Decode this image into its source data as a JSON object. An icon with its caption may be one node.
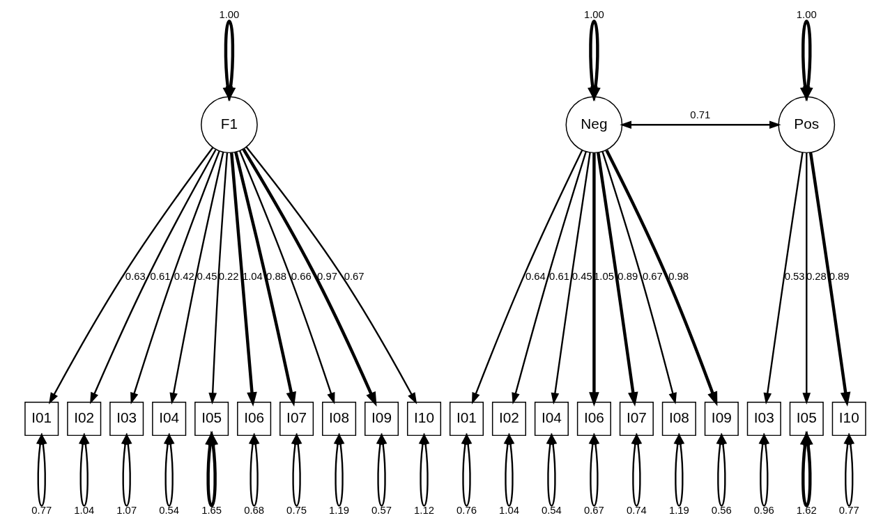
{
  "diagram": {
    "nodes": [
      {
        "text": [
          "F1"
        ]
      },
      {
        "text": [
          "I01"
        ]
      },
      {
        "text": [
          "I02"
        ]
      },
      {
        "text": [
          "I03"
        ]
      },
      {
        "text": [
          "I04"
        ]
      },
      {
        "text": [
          "I05"
        ]
      },
      {
        "text": [
          "I06"
        ]
      },
      {
        "text": [
          "I07"
        ]
      },
      {
        "text": [
          "I08"
        ]
      },
      {
        "text": [
          "I09"
        ]
      },
      {
        "text": [
          "I10"
        ]
      },
      {
        "text": [
          "Neg"
        ]
      },
      {
        "text": [
          "Pos"
        ]
      },
      {
        "text": [
          "I01"
        ]
      },
      {
        "text": [
          "I02"
        ]
      },
      {
        "text": [
          "I04"
        ]
      },
      {
        "text": [
          "I06"
        ]
      },
      {
        "text": [
          "I07"
        ]
      },
      {
        "text": [
          "I08"
        ]
      },
      {
        "text": [
          "I09"
        ]
      },
      {
        "text": [
          "I03"
        ]
      },
      {
        "text": [
          "I05"
        ]
      },
      {
        "text": [
          "I10"
        ]
      }
    ],
    "edges": [
      {
        "from": 0,
        "to": 0,
        "arrow": "both",
        "label": "1.00",
        "style": "thick"
      },
      {
        "from": 0,
        "to": 1,
        "arrow": "to",
        "label": "0.63"
      },
      {
        "from": 0,
        "to": 2,
        "arrow": "to",
        "label": "0.61"
      },
      {
        "from": 0,
        "to": 3,
        "arrow": "to",
        "label": "0.42"
      },
      {
        "from": 0,
        "to": 4,
        "arrow": "to",
        "label": "0.45"
      },
      {
        "from": 0,
        "to": 5,
        "arrow": "to",
        "label": "0.22"
      },
      {
        "from": 0,
        "to": 6,
        "arrow": "to",
        "label": "1.04",
        "style": "thick"
      },
      {
        "from": 0,
        "to": 7,
        "arrow": "to",
        "label": "0.88",
        "style": "thick"
      },
      {
        "from": 0,
        "to": 8,
        "arrow": "to",
        "label": "0.66"
      },
      {
        "from": 0,
        "to": 9,
        "arrow": "to",
        "label": "0.97",
        "style": "thick"
      },
      {
        "from": 0,
        "to": 10,
        "arrow": "to",
        "label": "0.67"
      },
      {
        "from": 1,
        "to": 1,
        "arrow": "both",
        "label": "0.77"
      },
      {
        "from": 2,
        "to": 2,
        "arrow": "both",
        "label": "1.04"
      },
      {
        "from": 3,
        "to": 3,
        "arrow": "both",
        "label": "1.07"
      },
      {
        "from": 4,
        "to": 4,
        "arrow": "both",
        "label": "0.54"
      },
      {
        "from": 5,
        "to": 5,
        "arrow": "both",
        "label": "1.65",
        "style": "thick"
      },
      {
        "from": 6,
        "to": 6,
        "arrow": "both",
        "label": "0.68"
      },
      {
        "from": 7,
        "to": 7,
        "arrow": "both",
        "label": "0.75"
      },
      {
        "from": 8,
        "to": 8,
        "arrow": "both",
        "label": "1.19"
      },
      {
        "from": 9,
        "to": 9,
        "arrow": "both",
        "label": "0.57"
      },
      {
        "from": 10,
        "to": 10,
        "arrow": "both",
        "label": "1.12"
      },
      {
        "from": 11,
        "to": 11,
        "arrow": "both",
        "label": "1.00",
        "style": "thick"
      },
      {
        "from": 12,
        "to": 12,
        "arrow": "both",
        "label": "1.00",
        "style": "thick"
      },
      {
        "from": 11,
        "to": 12,
        "arrow": "both",
        "label": "0.71"
      },
      {
        "from": 11,
        "to": 13,
        "arrow": "to",
        "label": "0.64"
      },
      {
        "from": 11,
        "to": 14,
        "arrow": "to",
        "label": "0.61"
      },
      {
        "from": 11,
        "to": 15,
        "arrow": "to",
        "label": "0.45"
      },
      {
        "from": 11,
        "to": 16,
        "arrow": "to",
        "label": "1.05",
        "style": "thick"
      },
      {
        "from": 11,
        "to": 17,
        "arrow": "to",
        "label": "0.89",
        "style": "thick"
      },
      {
        "from": 11,
        "to": 18,
        "arrow": "to",
        "label": "0.67"
      },
      {
        "from": 11,
        "to": 19,
        "arrow": "to",
        "label": "0.98",
        "style": "thick"
      },
      {
        "from": 12,
        "to": 20,
        "arrow": "to",
        "label": "0.53"
      },
      {
        "from": 12,
        "to": 21,
        "arrow": "to",
        "label": "0.28"
      },
      {
        "from": 12,
        "to": 22,
        "arrow": "to",
        "label": "0.89",
        "style": "thick"
      },
      {
        "from": 13,
        "to": 13,
        "arrow": "both",
        "label": "0.76"
      },
      {
        "from": 14,
        "to": 14,
        "arrow": "both",
        "label": "1.04"
      },
      {
        "from": 15,
        "to": 15,
        "arrow": "both",
        "label": "0.54"
      },
      {
        "from": 16,
        "to": 16,
        "arrow": "both",
        "label": "0.67"
      },
      {
        "from": 17,
        "to": 17,
        "arrow": "both",
        "label": "0.74"
      },
      {
        "from": 18,
        "to": 18,
        "arrow": "both",
        "label": "1.19"
      },
      {
        "from": 19,
        "to": 19,
        "arrow": "both",
        "label": "0.56"
      },
      {
        "from": 20,
        "to": 20,
        "arrow": "both",
        "label": "0.96"
      },
      {
        "from": 21,
        "to": 21,
        "arrow": "both",
        "label": "1.62",
        "style": "thick"
      },
      {
        "from": 22,
        "to": 22,
        "arrow": "both",
        "label": "0.77"
      }
    ]
  }
}
